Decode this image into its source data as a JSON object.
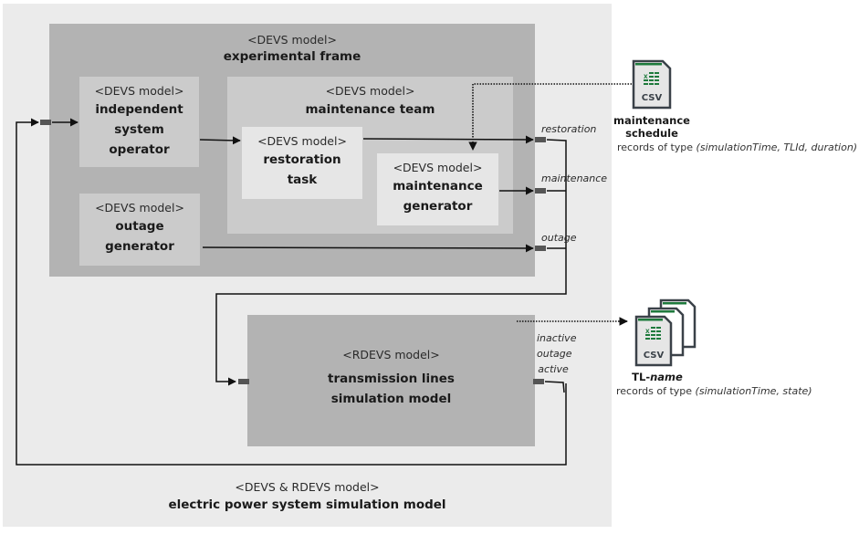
{
  "outer_model": {
    "stereotype": "<DEVS & RDEVS model>",
    "name": "electric power system simulation model"
  },
  "experimental_frame": {
    "stereotype": "<DEVS model>",
    "name": "experimental frame"
  },
  "independent_system_operator": {
    "stereotype": "<DEVS model>",
    "name_lines": [
      "independent",
      "system",
      "operator"
    ]
  },
  "outage_generator": {
    "stereotype": "<DEVS model>",
    "name_lines": [
      "outage",
      "generator"
    ]
  },
  "maintenance_team": {
    "stereotype": "<DEVS model>",
    "name": "maintenance team"
  },
  "restoration_task": {
    "stereotype": "<DEVS model>",
    "name_lines": [
      "restoration",
      "task"
    ]
  },
  "maintenance_generator": {
    "stereotype": "<DEVS model>",
    "name_lines": [
      "maintenance",
      "generator"
    ]
  },
  "transmission_lines": {
    "stereotype": "<RDEVS model>",
    "name_lines": [
      "transmission lines",
      "simulation model"
    ]
  },
  "ports": {
    "restoration": "restoration",
    "maintenance": "maintenance",
    "outage": "outage",
    "tl_output_states": [
      "inactive",
      "outage",
      "active"
    ]
  },
  "files": {
    "maintenance_schedule": {
      "icon": "csv-file-icon",
      "icon_label": "CSV",
      "name_lines": [
        "maintenance",
        "schedule"
      ],
      "records_prefix": "records of type ",
      "records_type": "(simulationTime, TLId, duration)"
    },
    "tl_name": {
      "icon": "csv-file-stack-icon",
      "icon_label": "CSV",
      "name_bold": "TL-",
      "name_italic": "name",
      "records_prefix": "records of type ",
      "records_type": "(simulationTime, state)"
    }
  },
  "colors": {
    "outer_bg": "#ebebeb",
    "dark_box": "#b3b3b3",
    "mid_box": "#cbcbcb",
    "light_box": "#e6e6e6",
    "port": "#555555",
    "csv_green": "#1e7a3c",
    "csv_border": "#3a4148"
  }
}
